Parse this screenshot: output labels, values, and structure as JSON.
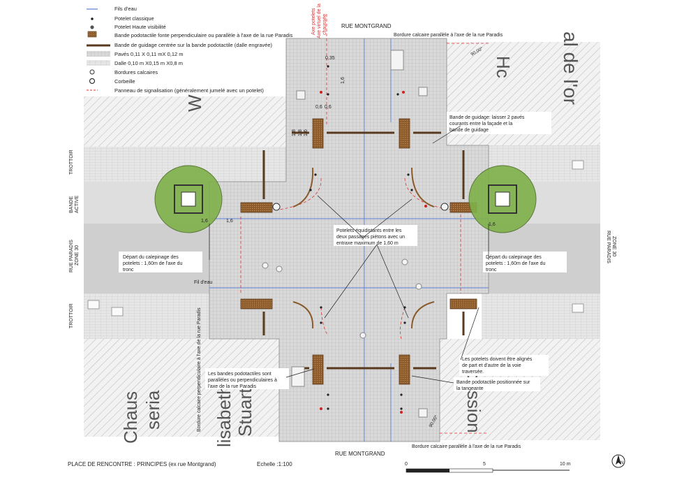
{
  "legend": [
    {
      "label": "Fils d'eau",
      "icon": "water-line-icon"
    },
    {
      "label": "Potelet classique",
      "icon": "bollard-icon"
    },
    {
      "label": "Potelet Haute visibilité",
      "icon": "high-visibility-bollard-icon"
    },
    {
      "label": "Bande podotactile fonte perpendiculaire ou parallèle à l'axe de la rue Paradis",
      "icon": "tactile-strip-icon"
    },
    {
      "label": "Bande de guidage centrée sur la bande podotactile (dalle engravée)",
      "icon": "guidance-strip-icon"
    },
    {
      "label": "Pavés 0,11 X 0,11 mX 0,12 m",
      "icon": "paving-icon"
    },
    {
      "label": "Dalle 0,10 m X0,15 m X0,8 m",
      "icon": "slab-icon"
    },
    {
      "label": "Bordures calcaires",
      "icon": "curb-icon"
    },
    {
      "label": "Corbeille",
      "icon": "bin-icon"
    },
    {
      "label": "Panneau de signalisation (généralement jumelé avec un potelet)",
      "icon": "sign-icon"
    }
  ],
  "labels": {
    "rue_montgrand_top": "RUE MONTGRAND",
    "rue_montgrand_bottom": "RUE MONTGRAND",
    "axe_virtuel_1": "Axe potelets",
    "axe_virtuel_2": "Axe virtuel de la",
    "axe_virtuel_3": "chaussée",
    "bordure_top": "Bordure calcaire parallèle à l'axe de la rue Paradis",
    "bordure_bottom": "Bordure calcaire parallèle à l'axe de la rue Paradis",
    "bordure_vertical": "Bordure calcaire perpendiculaire à l'axe de la rue Paradis",
    "angle_top": "90,00°",
    "angle_bottom": "90,00°",
    "bande_guidage_1": "Bande de guidage: laisser 2 pavés",
    "bande_guidage_2": "courants entre la façade et la",
    "bande_guidage_3": "bande de guidage",
    "trottoir_top": "TROTTOIR",
    "bande_active_1": "BANDE",
    "bande_active_2": "ACTIVE",
    "rue_paradis_left_1": "RUE PARADIS",
    "rue_paradis_left_2": "ZONE 30",
    "trottoir_bottom": "TROTTOIR",
    "rue_paradis_right_1": "RUE PARADIS",
    "rue_paradis_right_2": "ZONE 30",
    "depart_left_1": "Départ du calepinage des",
    "depart_left_2": "potelets : 1,60m de l'axe du",
    "depart_left_3": "tronc",
    "depart_right_1": "Départ du calepinage des",
    "depart_right_2": "potelets : 1,60m de l'axe du",
    "depart_right_3": "tronc",
    "potelets_1": "Potelets équidistants entre les",
    "potelets_2": "deux passages piétons avec un",
    "potelets_3": "entraxe maximum de 1,60 m",
    "fil_eau": "Fil d'eau",
    "bandes_1": "Les bandes podotactiles sont",
    "bandes_2": "parallèles ou perpendiculaires à",
    "bandes_3": "l'axe de la rue Paradis",
    "alignes_1": "Les potelets doivent être alignés",
    "alignes_2": "de part et d'autre de la voie",
    "alignes_3": "traversée.",
    "tangente_1": "Bande podotactile positionnée sur",
    "tangente_2": "la tangeante",
    "dim_035": "0,35",
    "dim_16_a": "1,6",
    "dim_06_a": "0,6",
    "dim_06_b": "0,6",
    "dim_18_a": "1,8",
    "dim_18_b": "1,8",
    "dim_16_b": "1,6",
    "dim_16_left1": "1,6",
    "dim_16_left2": "1,6",
    "dim_16_right": "1,6",
    "bg_w": "W",
    "bg_hc": "Hc",
    "bg_al_de_lor": "al de l'or",
    "bg_chaus": "Chaus",
    "bg_seria": "seria",
    "bg_elisabeth": "lisabeth",
    "bg_stuart": "Stuart",
    "bg_passion": "passion",
    "title": "PLACE DE RENCONTRE : PRINCIPES (ex rue Montgrand)",
    "scale_label": "Echelle :1:100",
    "scale_0": "0",
    "scale_5": "5",
    "scale_10": "10 m",
    "north": "N"
  },
  "colors": {
    "paving": "#dcdcdc",
    "tactile": "#8b5a2b",
    "guidance": "#5a3a1e",
    "tree": "#7fb04a",
    "water_line": "#5b7fd6",
    "red_dash": "#e03030"
  }
}
